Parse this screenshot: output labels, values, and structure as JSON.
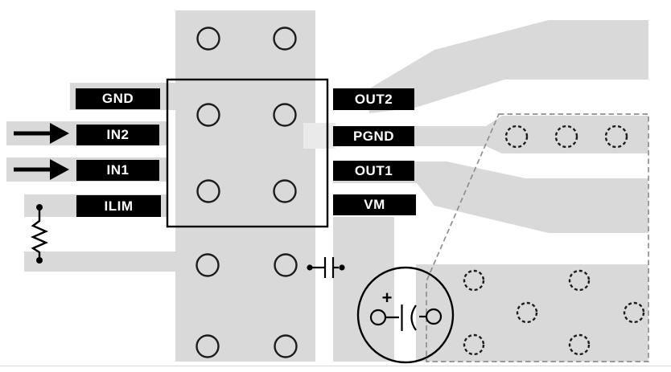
{
  "diagram": {
    "left_pins": [
      {
        "label": "GND"
      },
      {
        "label": "IN2"
      },
      {
        "label": "IN1"
      },
      {
        "label": "ILIM"
      }
    ],
    "right_pins": [
      {
        "label": "OUT2"
      },
      {
        "label": "PGND"
      },
      {
        "label": "OUT1"
      },
      {
        "label": "VM"
      }
    ],
    "supply": {
      "polarity_label": "+"
    },
    "colors": {
      "copper": "#d9d9d9",
      "copper_light": "#eaeaea",
      "label_bg": "#000000",
      "label_text": "#ffffff",
      "outline": "#000000",
      "bottom_layer_dash": "#8f8f8f",
      "background": "#ffffff"
    }
  }
}
